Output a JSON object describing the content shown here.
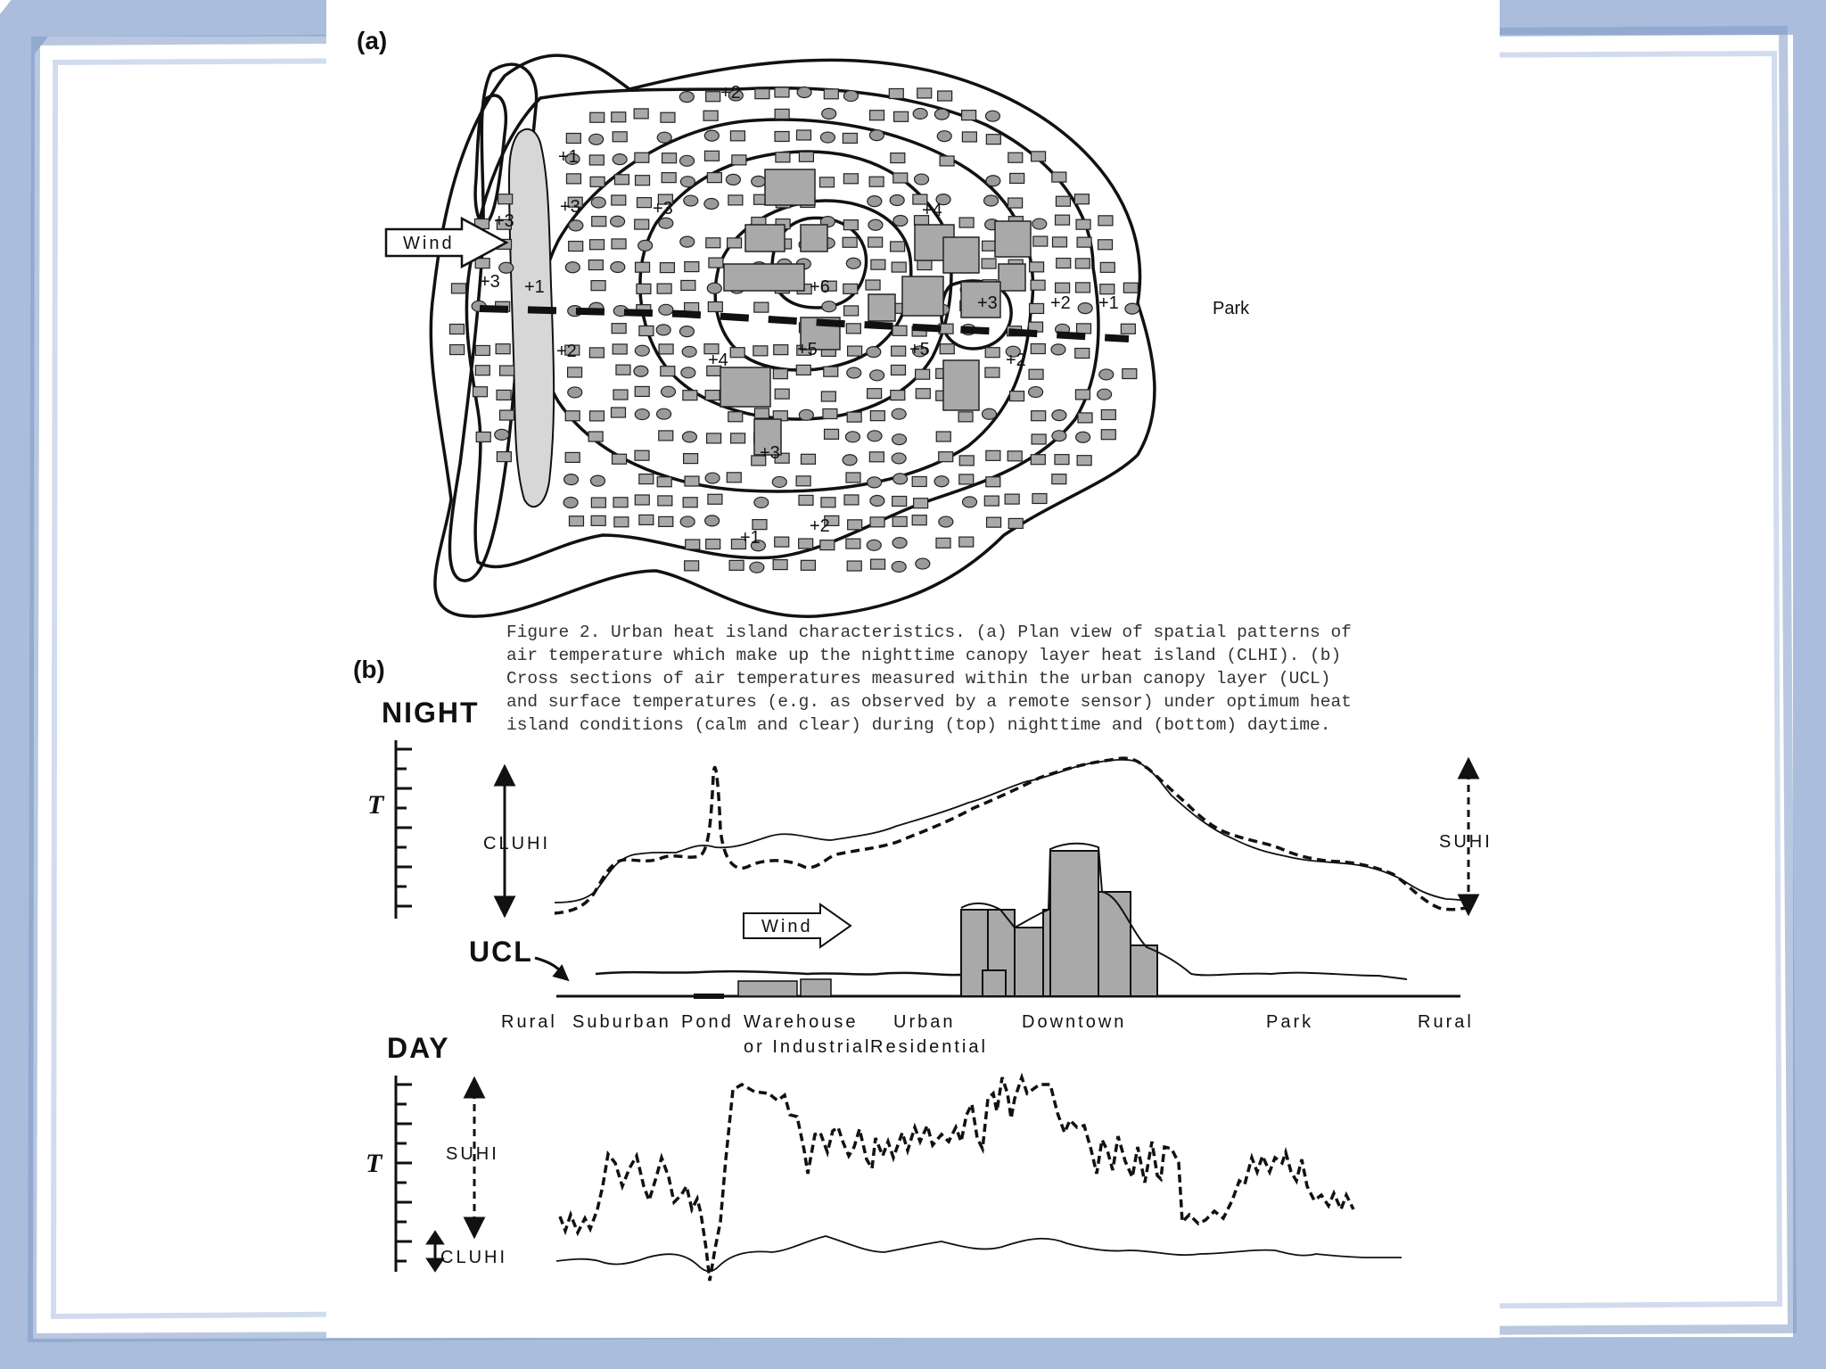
{
  "panel_labels": {
    "a": "(a)",
    "b": "(b)"
  },
  "map": {
    "wind_label": "Wind",
    "park_label": "Park",
    "contour_labels": [
      "+1",
      "+2",
      "+3",
      "+3",
      "+3",
      "+1",
      "+2",
      "+3",
      "+4",
      "+4",
      "+5",
      "+5",
      "+6",
      "+3",
      "+2",
      "+1",
      "+2",
      "+1",
      "+2",
      "+3"
    ]
  },
  "caption_lines": [
    "Figure 2. Urban heat island characteristics. (a) Plan view of spatial patterns of",
    "air temperature which make up the nighttime canopy layer heat island (CLHI). (b)",
    "Cross sections of air temperatures measured within the urban canopy layer (UCL)",
    "and surface temperatures (e.g. as observed by a remote sensor) under optimum heat",
    "island conditions (calm and clear) during (top) nighttime and (bottom) daytime."
  ],
  "night": {
    "title": "NIGHT",
    "axis_label": "T",
    "cluhi_label": "CLUHI",
    "suhi_label": "SUHI"
  },
  "ucl": {
    "label": "UCL",
    "wind_label": "Wind"
  },
  "zones": [
    {
      "id": "rural-left",
      "lines": [
        "Rural"
      ]
    },
    {
      "id": "suburban",
      "lines": [
        "Suburban"
      ]
    },
    {
      "id": "pond",
      "lines": [
        "Pond"
      ]
    },
    {
      "id": "warehouse",
      "lines": [
        "Warehouse",
        "or Industrial"
      ]
    },
    {
      "id": "urban-residential",
      "lines": [
        "Urban",
        "Residential"
      ]
    },
    {
      "id": "downtown",
      "lines": [
        "Downtown"
      ]
    },
    {
      "id": "park",
      "lines": [
        "Park"
      ]
    },
    {
      "id": "rural-right",
      "lines": [
        "Rural"
      ]
    }
  ],
  "day": {
    "title": "DAY",
    "axis_label": "T",
    "suhi_label": "SUHI",
    "cluhi_label": "CLUHI"
  },
  "colors": {
    "frame_blue": "#8fa9d0",
    "ink": "#111111",
    "building_fill": "#a9a9a9",
    "pond_fill": "#d7d7d7"
  }
}
